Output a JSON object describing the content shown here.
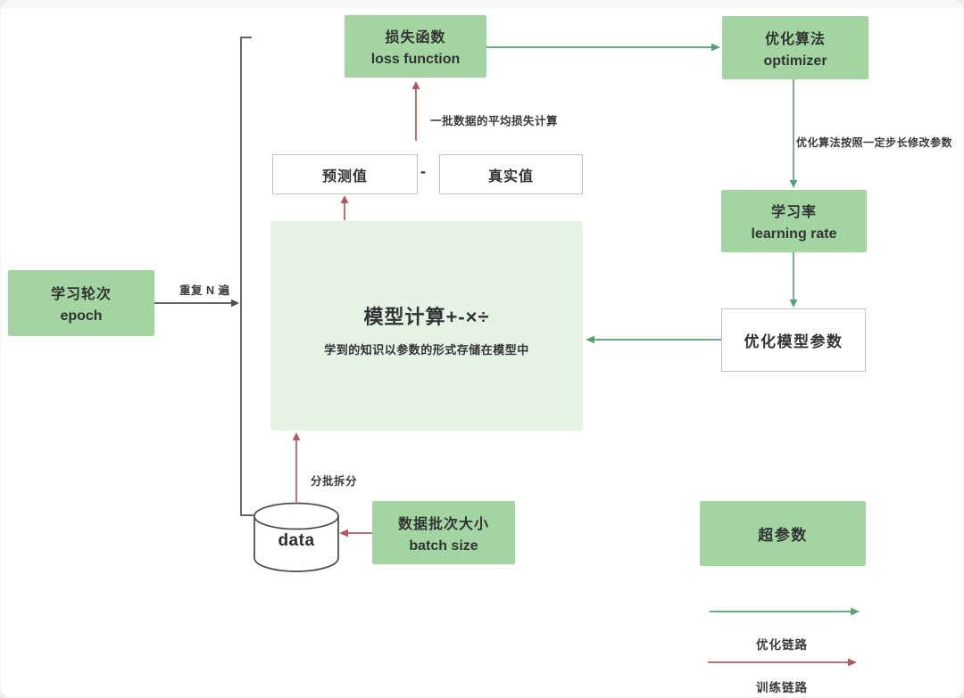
{
  "diagram": {
    "nodes": {
      "loss_function": {
        "title": "损失函数",
        "subtitle": "loss function"
      },
      "optimizer": {
        "title": "优化算法",
        "subtitle": "optimizer"
      },
      "learning_rate": {
        "title": "学习率",
        "subtitle": "learning rate"
      },
      "optimize_model_params": {
        "title": "优化模型参数"
      },
      "model": {
        "title": "模型计算+-×÷",
        "subtitle": "学到的知识以参数的形式存储在模型中"
      },
      "predicted_value": {
        "title": "预测值"
      },
      "actual_value": {
        "title": "真实值"
      },
      "epoch": {
        "title": "学习轮次",
        "subtitle": "epoch"
      },
      "data_store": {
        "title": "data"
      },
      "batch_size": {
        "title": "数据批次大小",
        "subtitle": "batch size"
      },
      "hyperparameters": {
        "title": "超参数"
      }
    },
    "edge_labels": {
      "avg_loss": "一批数据的平均损失计算",
      "optimizer_step": "优化算法按照一定步长修改参数",
      "repeat_n": "重复 N 遍",
      "batch_split": "分批拆分",
      "minus": "-"
    },
    "legend": {
      "optimization": "优化链路",
      "training": "训练链路"
    },
    "colors": {
      "node_green": "#a2d5a2",
      "model_green": "#e5f3e5",
      "arrow_green": "#57a173",
      "arrow_red": "#b2595b",
      "arrow_dark": "#4f4f4f"
    }
  }
}
